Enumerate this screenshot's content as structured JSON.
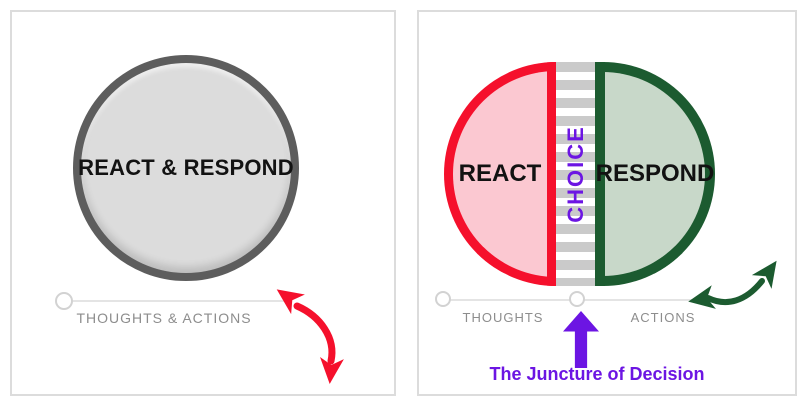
{
  "left_panel": {
    "circle_label": "REACT & RESPOND",
    "axis_label": "THOUGHTS & ACTIONS"
  },
  "right_panel": {
    "react_label": "REACT",
    "choice_label": "CHOICE",
    "respond_label": "RESPOND",
    "thoughts_label": "THOUGHTS",
    "actions_label": "ACTIONS",
    "caption": "The Juncture of Decision"
  },
  "colors": {
    "red_stroke": "#f5102c",
    "pink_fill": "#fbc8d1",
    "green_stroke": "#1c5b30",
    "green_fill": "#c8d8c9",
    "purple": "#6c15e3",
    "circle_border_gray": "#5d5d5d",
    "circle_fill_gray": "#dcdcdc",
    "stripe_gray": "#cacaca",
    "label_gray": "#8d8d8d",
    "panel_border": "#dcdcdc"
  }
}
